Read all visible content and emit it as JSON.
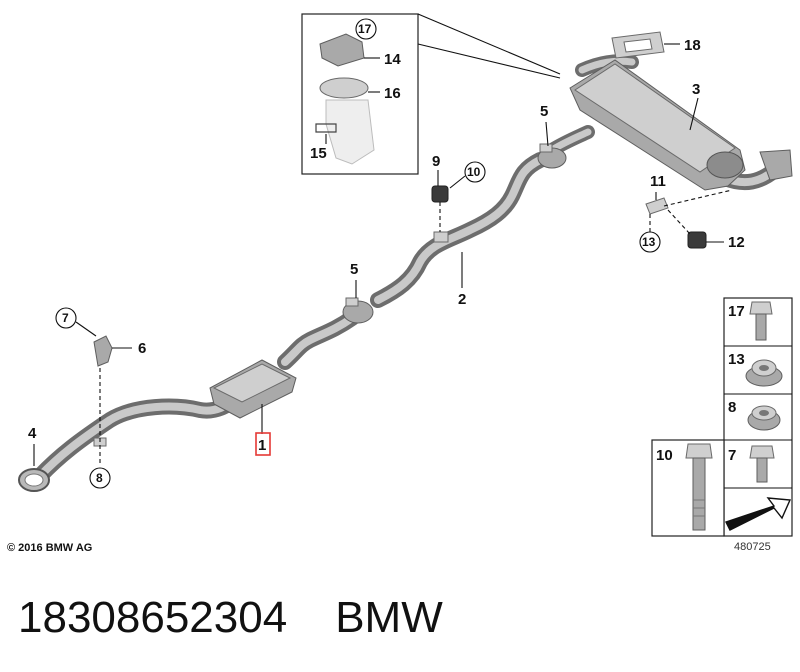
{
  "callouts": {
    "c1": "1",
    "c2": "2",
    "c3": "3",
    "c4": "4",
    "c5a": "5",
    "c5b": "5",
    "c6": "6",
    "c7": "7",
    "c8": "8",
    "c9": "9",
    "c10": "10",
    "c11": "11",
    "c12": "12",
    "c13": "13",
    "c14": "14",
    "c15": "15",
    "c16": "16",
    "c17": "17",
    "c18": "18"
  },
  "hardware_panel": {
    "items": [
      "17",
      "13",
      "8",
      "10",
      "7"
    ]
  },
  "copyright": "© 2016 BMW AG",
  "diagram_number": "480725",
  "caption": {
    "part_number": "18308652304",
    "brand": "BMW"
  },
  "colors": {
    "metal": "#a9a9a9",
    "highlight_box": "#e53935",
    "line": "#111111"
  }
}
